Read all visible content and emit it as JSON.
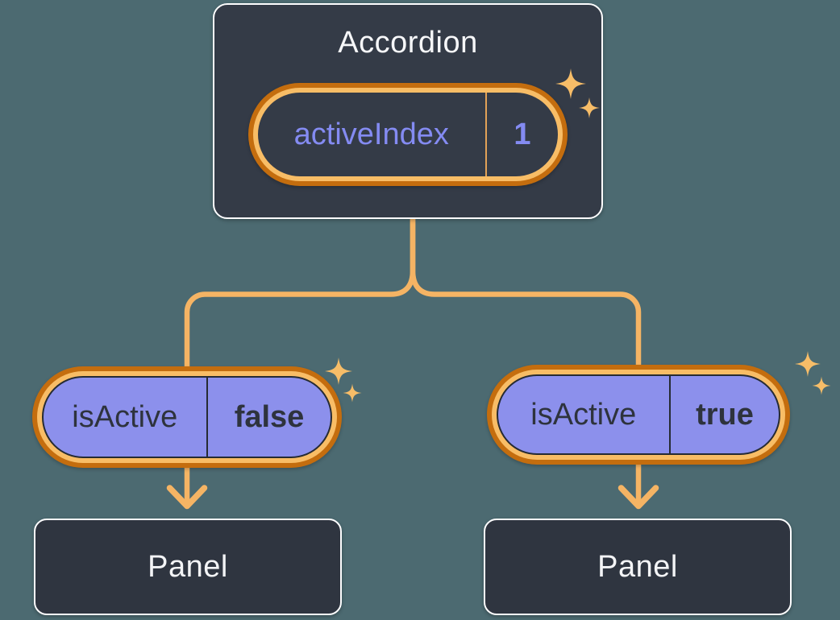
{
  "accordion": {
    "title": "Accordion",
    "state": {
      "label": "activeIndex",
      "value": "1"
    }
  },
  "children": [
    {
      "prop": {
        "label": "isActive",
        "value": "false"
      },
      "panel_label": "Panel"
    },
    {
      "prop": {
        "label": "isActive",
        "value": "true"
      },
      "panel_label": "Panel"
    }
  ],
  "icons": {
    "sparkle": "✦"
  },
  "colors": {
    "background": "#4C6A71",
    "box_fill": "#343B47",
    "panel_fill": "#2F3540",
    "ring_dark_orange": "#C46D0E",
    "ring_light_orange": "#F8BD66",
    "connector_orange": "#F5B464",
    "divider_orange": "#E2A257",
    "pill_purple": "#8C90EC",
    "text_purple": "#848BF2",
    "text_dark": "#2E333D",
    "text_light": "#F6F7F9"
  }
}
